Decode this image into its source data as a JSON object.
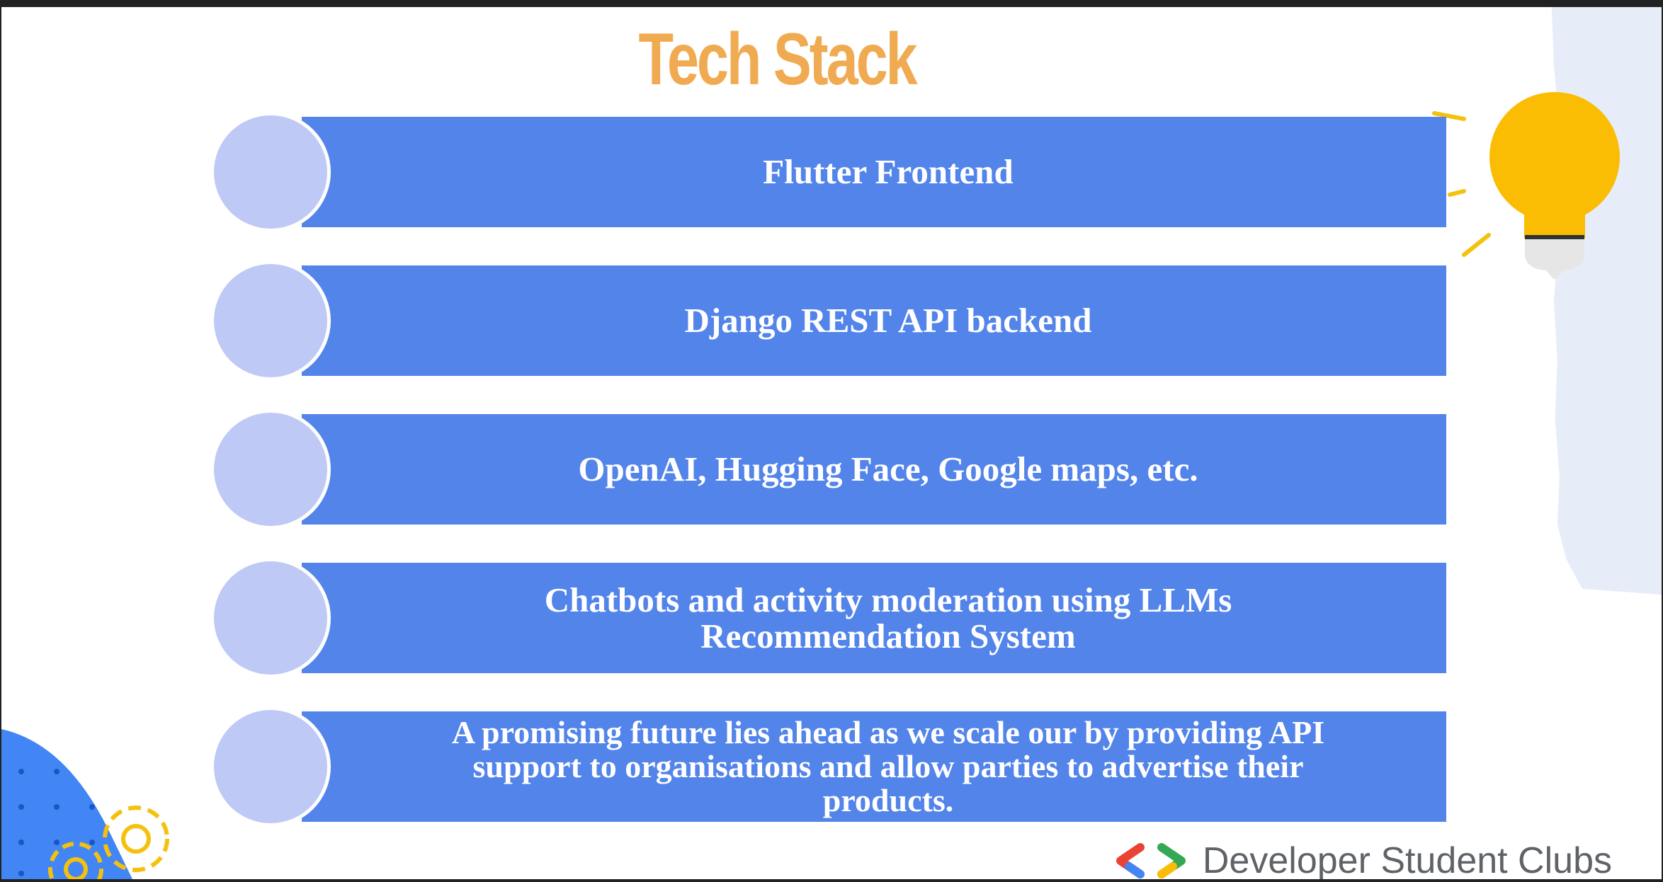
{
  "slide": {
    "title": "Tech Stack",
    "items": [
      {
        "lines": [
          "Flutter Frontend"
        ]
      },
      {
        "lines": [
          "Django REST API backend"
        ]
      },
      {
        "lines": [
          "OpenAI, Hugging Face, Google maps, etc."
        ]
      },
      {
        "lines": [
          "Chatbots and activity moderation using LLMs",
          "Recommendation System"
        ]
      },
      {
        "lines": [
          "A promising future lies ahead as we scale our by providing API",
          "support to organisations and allow parties to advertise their",
          "products."
        ]
      }
    ],
    "footer_brand": "Developer Student Clubs"
  },
  "colors": {
    "title": "#f0ab52",
    "bar": "#5384ea",
    "circle": "#bfc9f5",
    "bulb": "#fbbc04",
    "blob": "#4285f4",
    "gear": "#f4c20d"
  },
  "icons": [
    "lightbulb-icon",
    "gear-icon",
    "dsc-logo-icon"
  ]
}
